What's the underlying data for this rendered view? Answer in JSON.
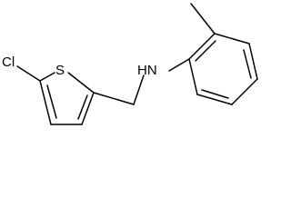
{
  "molecule": {
    "atoms": {
      "chlorine": "Cl",
      "sulfur": "S",
      "amine": "HN"
    }
  }
}
